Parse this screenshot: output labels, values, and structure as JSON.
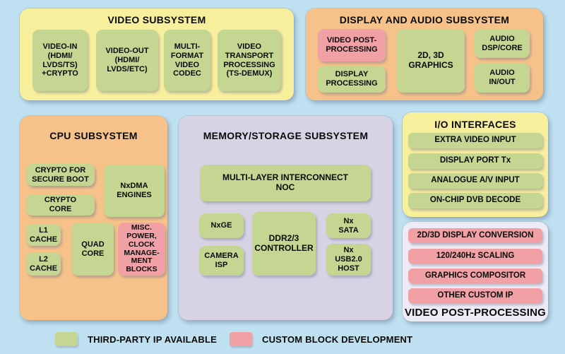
{
  "colors": {
    "background": "#bee0f0",
    "yellow": "#f8ef9c",
    "orange": "#f6c289",
    "lavender": "#d7d3e5",
    "white-panel": "#edebf5",
    "green": "#c5d693",
    "pink": "#f1a1a6",
    "text": "#0a0a0a"
  },
  "panels": {
    "video": {
      "title": "VIDEO SUBSYSTEM",
      "blocks": [
        {
          "label": "VIDEO-IN\n(HDMI/\nLVDS/TS)\n+CRYPTO",
          "type": "green"
        },
        {
          "label": "VIDEO-OUT\n(HDMI/\nLVDS/ETC)",
          "type": "green"
        },
        {
          "label": "MULTI-\nFORMAT\nVIDEO\nCODEC",
          "type": "green"
        },
        {
          "label": "VIDEO\nTRANSPORT\nPROCESSING\n(TS-DEMUX)",
          "type": "green"
        }
      ]
    },
    "display_audio": {
      "title": "DISPLAY AND AUDIO SUBSYSTEM",
      "blocks": [
        {
          "label": "VIDEO POST-\nPROCESSING",
          "type": "pink"
        },
        {
          "label": "DISPLAY\nPROCESSING",
          "type": "green"
        },
        {
          "label": "2D, 3D\nGRAPHICS",
          "type": "green"
        },
        {
          "label": "AUDIO\nDSP/CORE",
          "type": "green"
        },
        {
          "label": "AUDIO\nIN/OUT",
          "type": "green"
        }
      ]
    },
    "cpu": {
      "title": "CPU SUBSYSTEM",
      "blocks": [
        {
          "label": "CRYPTO FOR\nSECURE BOOT",
          "type": "green"
        },
        {
          "label": "CRYPTO\nCORE",
          "type": "green"
        },
        {
          "label": "NxDMA\nENGINES",
          "type": "green"
        },
        {
          "label": "L1\nCACHE",
          "type": "green"
        },
        {
          "label": "L2\nCACHE",
          "type": "green"
        },
        {
          "label": "QUAD\nCORE",
          "type": "green"
        },
        {
          "label": "MISC.\nPOWER,\nCLOCK\nMANAGE-\nMENT\nBLOCKS",
          "type": "pink"
        }
      ]
    },
    "memory": {
      "title": "MEMORY/STORAGE SUBSYSTEM",
      "blocks": [
        {
          "label": "MULTI-LAYER INTERCONNECT\nNOC",
          "type": "green"
        },
        {
          "label": "NxGE",
          "type": "green"
        },
        {
          "label": "CAMERA\nISP",
          "type": "green"
        },
        {
          "label": "DDR2/3\nCONTROLLER",
          "type": "green"
        },
        {
          "label": "Nx\nSATA",
          "type": "green"
        },
        {
          "label": "Nx\nUSB2.0\nHOST",
          "type": "green"
        }
      ]
    },
    "io": {
      "title": "I/O INTERFACES",
      "rows": [
        {
          "label": "EXTRA VIDEO INPUT",
          "type": "green"
        },
        {
          "label": "DISPLAY PORT Tx",
          "type": "green"
        },
        {
          "label": "ANALOGUE A/V INPUT",
          "type": "green"
        },
        {
          "label": "ON-CHIP DVB DECODE",
          "type": "green"
        }
      ]
    },
    "video_post": {
      "title": "VIDEO POST-PROCESSING",
      "rows": [
        {
          "label": "2D/3D DISPLAY CONVERSION",
          "type": "pink"
        },
        {
          "label": "120/240Hz SCALING",
          "type": "pink"
        },
        {
          "label": "GRAPHICS COMPOSITOR",
          "type": "pink"
        },
        {
          "label": "OTHER CUSTOM IP",
          "type": "pink"
        }
      ]
    }
  },
  "legend": {
    "items": [
      {
        "label": "THIRD-PARTY IP AVAILABLE",
        "swatch": "green"
      },
      {
        "label": "CUSTOM BLOCK DEVELOPMENT",
        "swatch": "pink"
      }
    ]
  }
}
